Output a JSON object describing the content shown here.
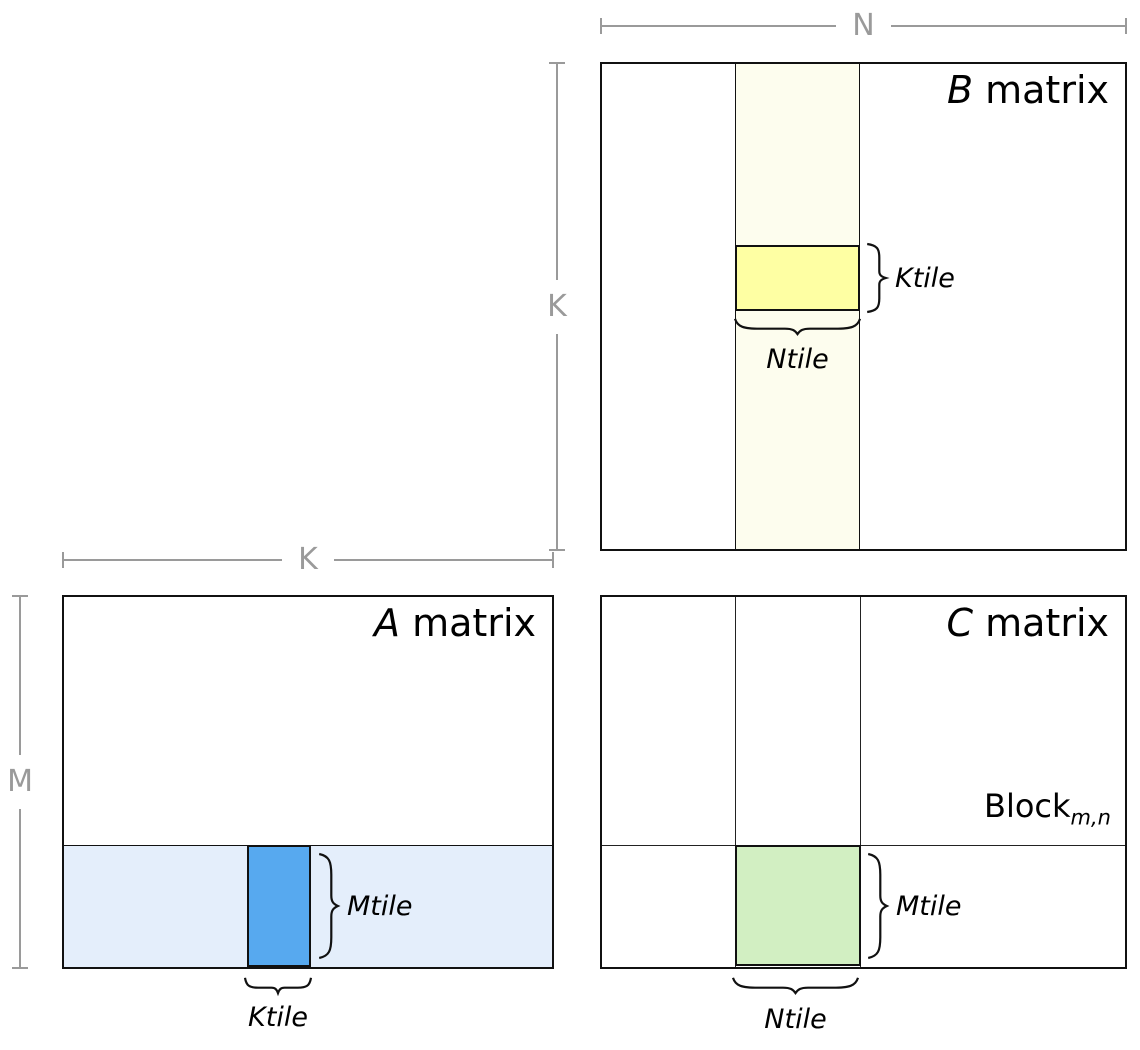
{
  "dimensions": {
    "n": "N",
    "k_b": "K",
    "k_a": "K",
    "m": "M"
  },
  "b_matrix": {
    "title_letter": "B",
    "title_rest": " matrix",
    "ktile_label": "Ktile",
    "ntile_label": "Ntile"
  },
  "a_matrix": {
    "title_letter": "A",
    "title_rest": " matrix",
    "mtile_label": "Mtile",
    "ktile_label": "Ktile"
  },
  "c_matrix": {
    "title_letter": "C",
    "title_rest": " matrix",
    "block_label": "Block",
    "block_subscript": "m,n",
    "mtile_label": "Mtile",
    "ntile_label": "Ntile"
  },
  "colors": {
    "b_column_strip": "#fdfdee",
    "b_ktile_fill": "#feffa3",
    "a_row_strip": "#e4eefb",
    "a_ktile_fill": "#57a9ef",
    "c_block_fill": "#d2efc2",
    "dimension_gray": "#9a9a9a",
    "border_black": "#111111"
  }
}
